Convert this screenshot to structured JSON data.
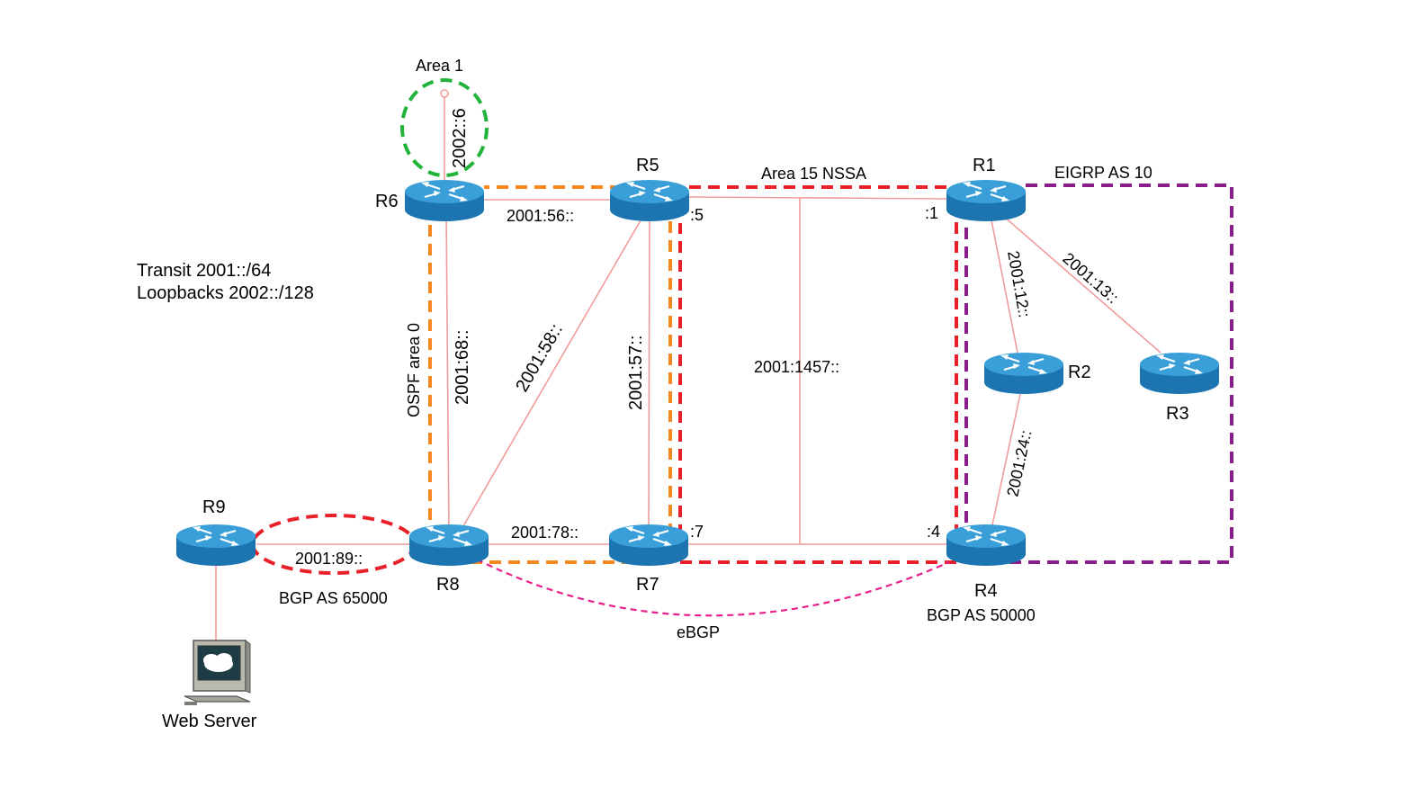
{
  "colors": {
    "link": "#f19c9c",
    "ospf_area0": "#f5891f",
    "nssa_area15": "#e8202a",
    "eigrp": "#8b1c8c",
    "area1": "#22b33a",
    "bgp_as65000": "#e8202a",
    "ebgp": "#e8208a",
    "router_top": "#3a9fd8",
    "router_body": "#1c74b0"
  },
  "notes": {
    "transit": "Transit 2001::/64",
    "loopbacks": "Loopbacks 2002::/128"
  },
  "routers": {
    "r1": "R1",
    "r2": "R2",
    "r3": "R3",
    "r4": "R4",
    "r5": "R5",
    "r6": "R6",
    "r7": "R7",
    "r8": "R8",
    "r9": "R9"
  },
  "server": {
    "label": "Web Server",
    "icon": "web-server-icon"
  },
  "areas": {
    "area1": "Area 1",
    "area0": "OSPF area 0",
    "area15": "Area 15 NSSA",
    "eigrp": "EIGRP AS 10",
    "bgp_as65000": "BGP AS 65000",
    "bgp_as50000": "BGP AS 50000",
    "ebgp": "eBGP"
  },
  "links": {
    "r6_loopback": "2002::6",
    "r6_r5": "2001:56::",
    "r6_r8": "2001:68::",
    "r5_r8": "2001:58::",
    "r5_r7": "2001:57::",
    "r1457": "2001:1457::",
    "r1_r2": "2001:12::",
    "r1_r3": "2001:13::",
    "r2_r4": "2001:24::",
    "r8_r7": "2001:78::",
    "r9_r8": "2001:89::"
  },
  "hosts": {
    "r5": ":5",
    "r1": ":1",
    "r7": ":7",
    "r4": ":4"
  }
}
